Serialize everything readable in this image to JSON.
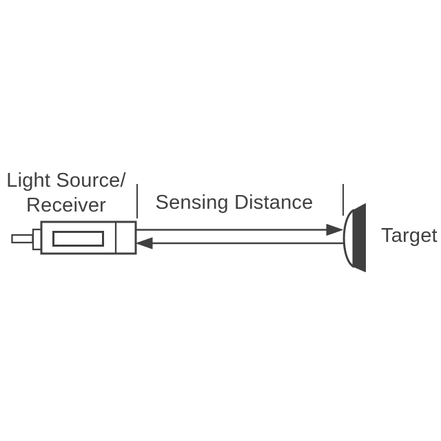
{
  "page": {
    "background": "#ffffff"
  },
  "colors": {
    "ink": "#404040",
    "paper": "#ffffff"
  },
  "diagram": {
    "labels": {
      "light_source_line1": "Light Source/",
      "light_source_line2": "Receiver",
      "sensing_distance": "Sensing Distance",
      "target": "Target"
    },
    "icons": {
      "sensor": "photoelectric-sensor-outline",
      "arrows": "bidirectional-distance-arrows",
      "target": "angled-disc-target"
    }
  }
}
